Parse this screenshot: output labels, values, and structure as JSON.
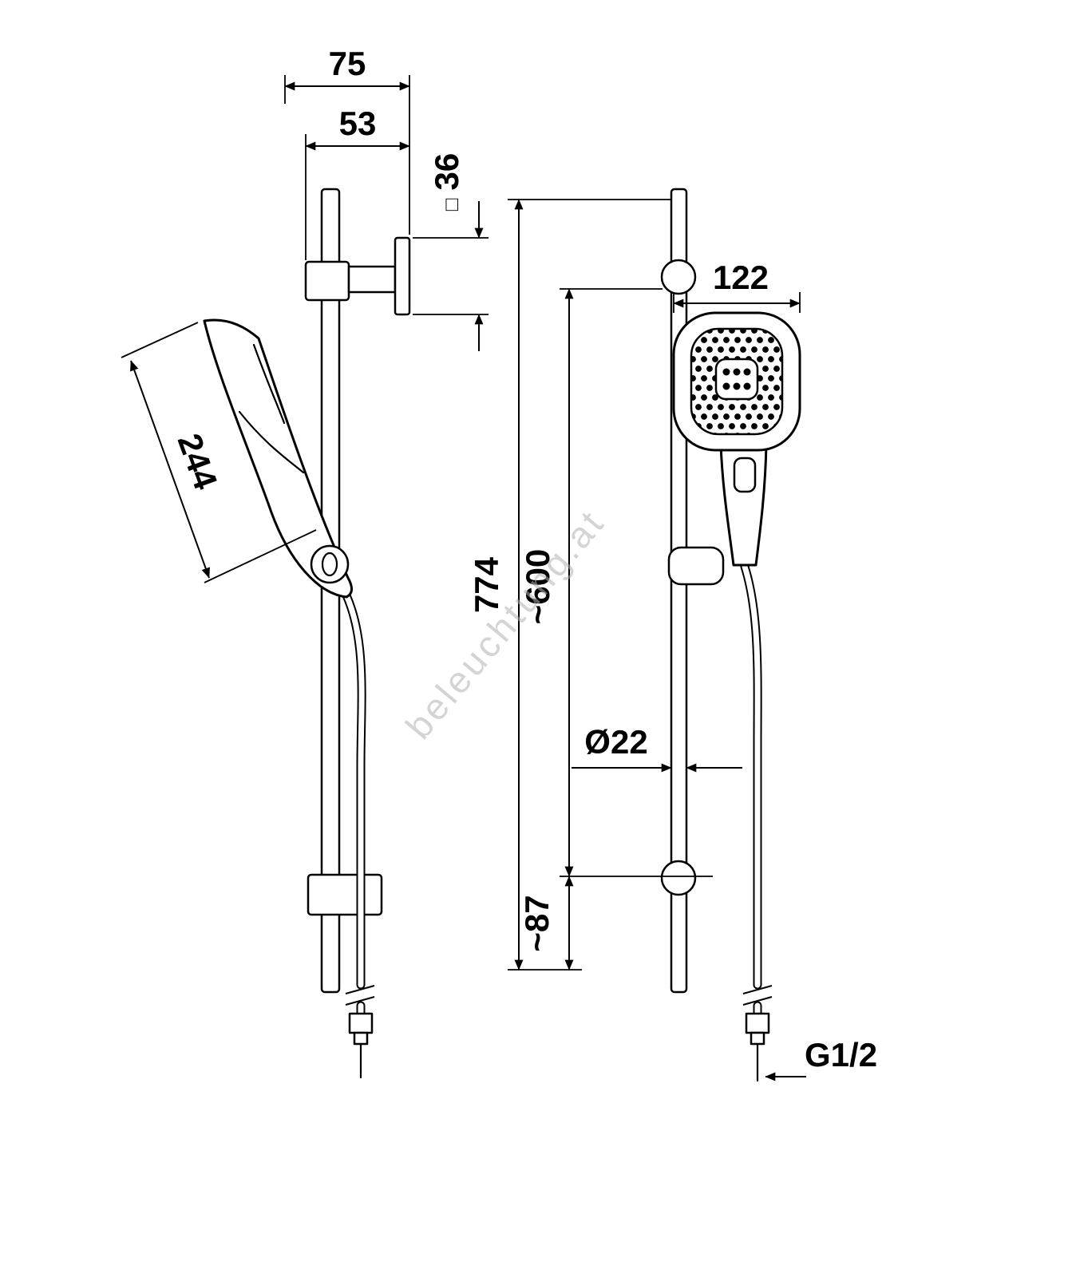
{
  "watermark": "beleuchtung.at",
  "dimensions": {
    "bracket_depth": "75",
    "bracket_offset": "53",
    "square_symbol": "□",
    "square_size": "36",
    "head_width": "122",
    "handshower_length": "244",
    "rail_total": "774",
    "bar_span": "~600",
    "rail_diameter": "Ø22",
    "bottom_offset": "~87",
    "thread": "G1/2"
  }
}
